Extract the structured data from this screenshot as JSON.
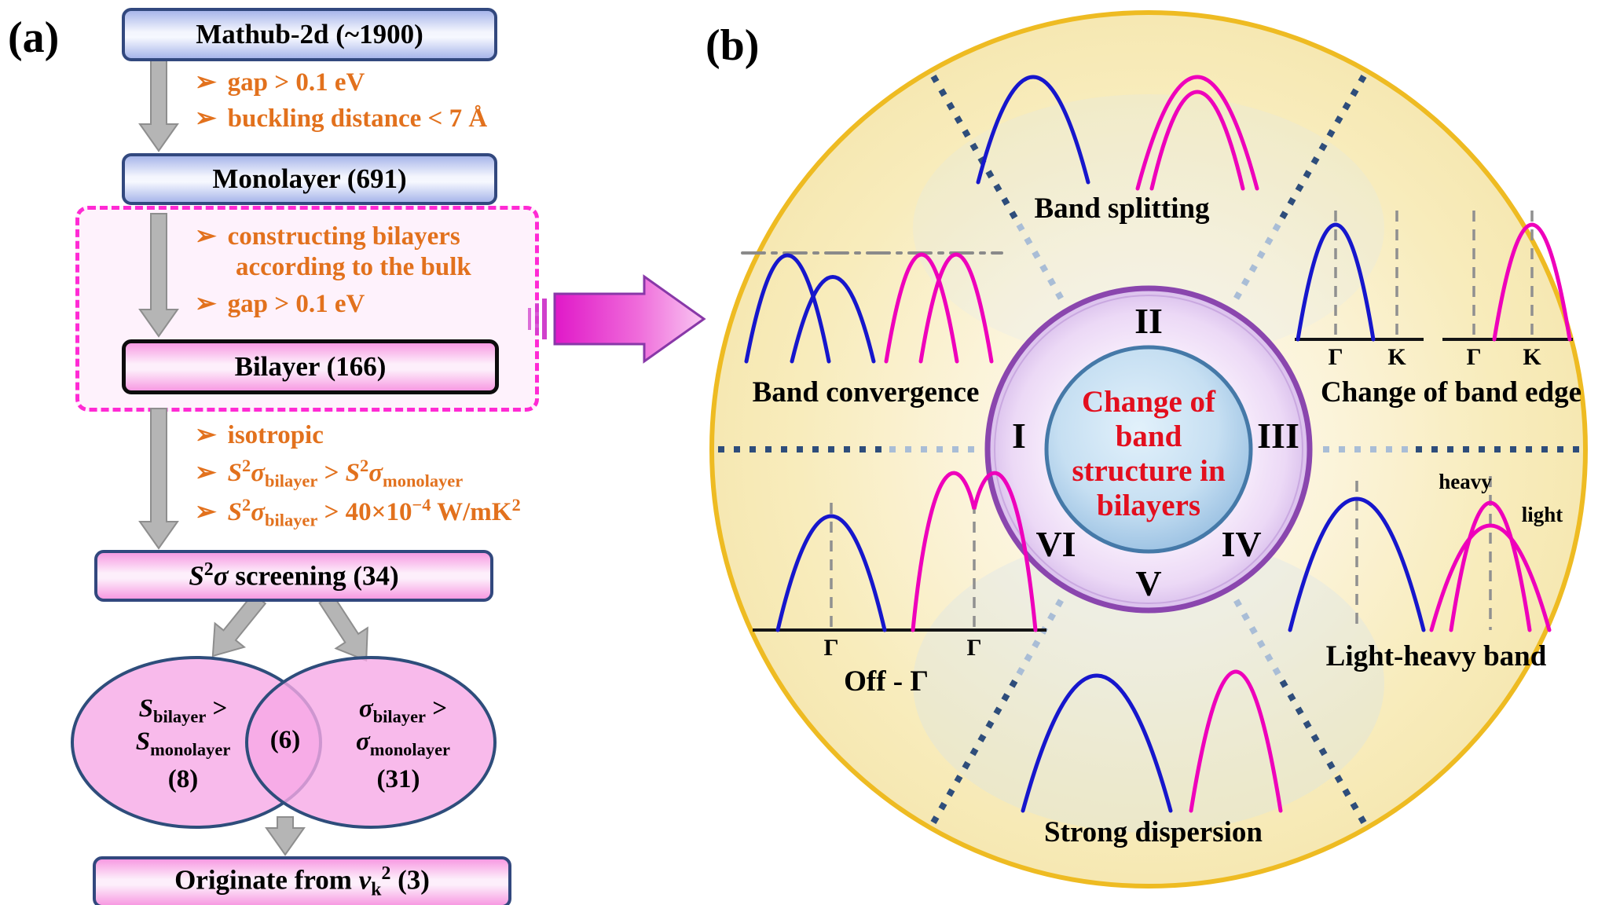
{
  "colors": {
    "orange": "#e2711d",
    "navy_border": "#32487e",
    "magenta_dashed": "#ff2ad4",
    "blue_curve": "#1616cc",
    "magenta_curve": "#ee00bb",
    "gold_circle": "#eebb22",
    "red_center_text": "#e30f1e",
    "gray_arrow": "#b5b5b5",
    "dot_dark": "#2e4d7b",
    "dot_light": "#a9bdd6"
  },
  "panel_a": {
    "label": "(a)",
    "mathub_box": "Mathub-2d (~1900)",
    "criteria1": [
      {
        "bullet": "➢",
        "html": "gap > 0.1 eV"
      },
      {
        "bullet": "➢",
        "html": "buckling distance < 7 Å"
      }
    ],
    "monolayer_box": "Monolayer (691)",
    "criteria2": [
      {
        "bullet": "➢",
        "html": "constructing bilayers"
      },
      {
        "bullet": "",
        "html": "according to the bulk"
      },
      {
        "bullet": "➢",
        "html": "gap > 0.1 eV"
      }
    ],
    "bilayer_box": "Bilayer (166)",
    "criteria3": [
      {
        "bullet": "➢",
        "html": "isotropic"
      },
      {
        "bullet": "➢",
        "html": "<i>S</i><sup>2</sup><i>σ</i><sub>bilayer</sub> > <i>S</i><sup>2</sup><i>σ</i><sub>monolayer</sub>"
      },
      {
        "bullet": "➢",
        "html": "<i>S</i><sup>2</sup><i>σ</i><sub>bilayer</sub> > 40×10<sup>−4</sup> W/mK<sup>2</sup>"
      }
    ],
    "screening_box_html": "<i>S</i><sup>2</sup><i>σ</i> screening (34)",
    "venn": {
      "left_top_html": "<i>S</i><sub>bilayer</sub> >",
      "left_bottom_html": "<i>S</i><sub>monolayer</sub>",
      "left_count": "(8)",
      "intersection_count": "(6)",
      "right_top_html": "<i>σ</i><sub>bilayer</sub> >",
      "right_bottom_html": "<i>σ</i><sub>monolayer</sub>",
      "right_count": "(31)"
    },
    "originate_box_html": "Originate from <i>ν</i><sub>k</sub><sup>2</sup> (3)"
  },
  "panel_b": {
    "label": "(b)",
    "center_text_lines": [
      "Change of",
      "band",
      "structure in",
      "bilayers"
    ],
    "numerals": [
      "I",
      "II",
      "III",
      "IV",
      "V",
      "VI"
    ],
    "sector_labels": {
      "band_splitting": "Band splitting",
      "band_convergence": "Band convergence",
      "change_of_band_edge": "Change of band edge",
      "off_gamma": "Off - Γ",
      "light_heavy_band": "Light-heavy band",
      "strong_dispersion": "Strong dispersion"
    },
    "gamma": "Γ",
    "k": "K",
    "heavy": "heavy",
    "light": "light"
  }
}
